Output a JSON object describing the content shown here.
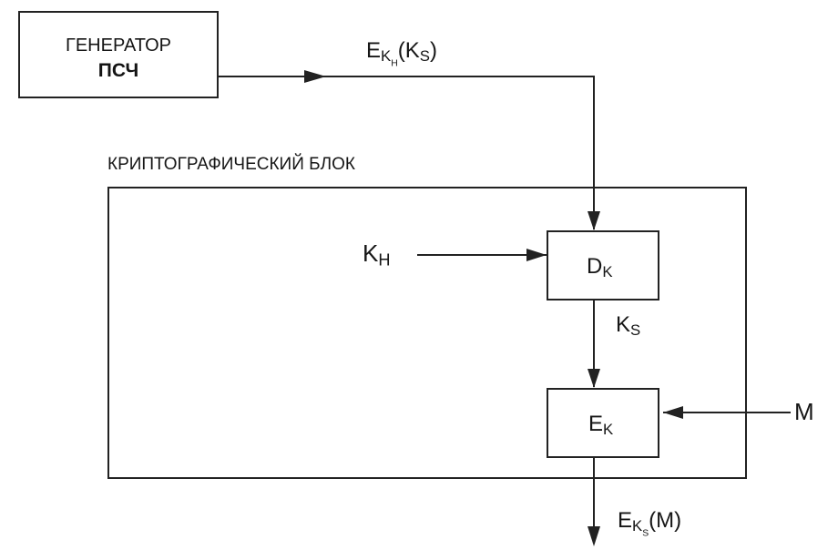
{
  "generator": {
    "line1": "ГЕНЕРАТОР",
    "line2": "ПСЧ"
  },
  "crypto_block_title": "КРИПТОГРАФИЧЕСКИЙ БЛОК",
  "decrypt_block": {
    "main": "D",
    "sub": "K"
  },
  "encrypt_block": {
    "main": "E",
    "sub": "K"
  },
  "label_generator_output": {
    "main": "E",
    "sub1": "K",
    "sub2": "H",
    "arg_open": "(",
    "arg_main": "K",
    "arg_sub": "S",
    "arg_close": ")"
  },
  "label_kh": {
    "main": "K",
    "sub": "H"
  },
  "label_ks": {
    "main": "K",
    "sub": "S"
  },
  "label_m": "M",
  "label_output": {
    "main": "E",
    "sub1": "K",
    "sub2": "S",
    "arg": "(M)"
  },
  "colors": {
    "line": "#222222",
    "text": "#161616",
    "background": "#ffffff"
  }
}
